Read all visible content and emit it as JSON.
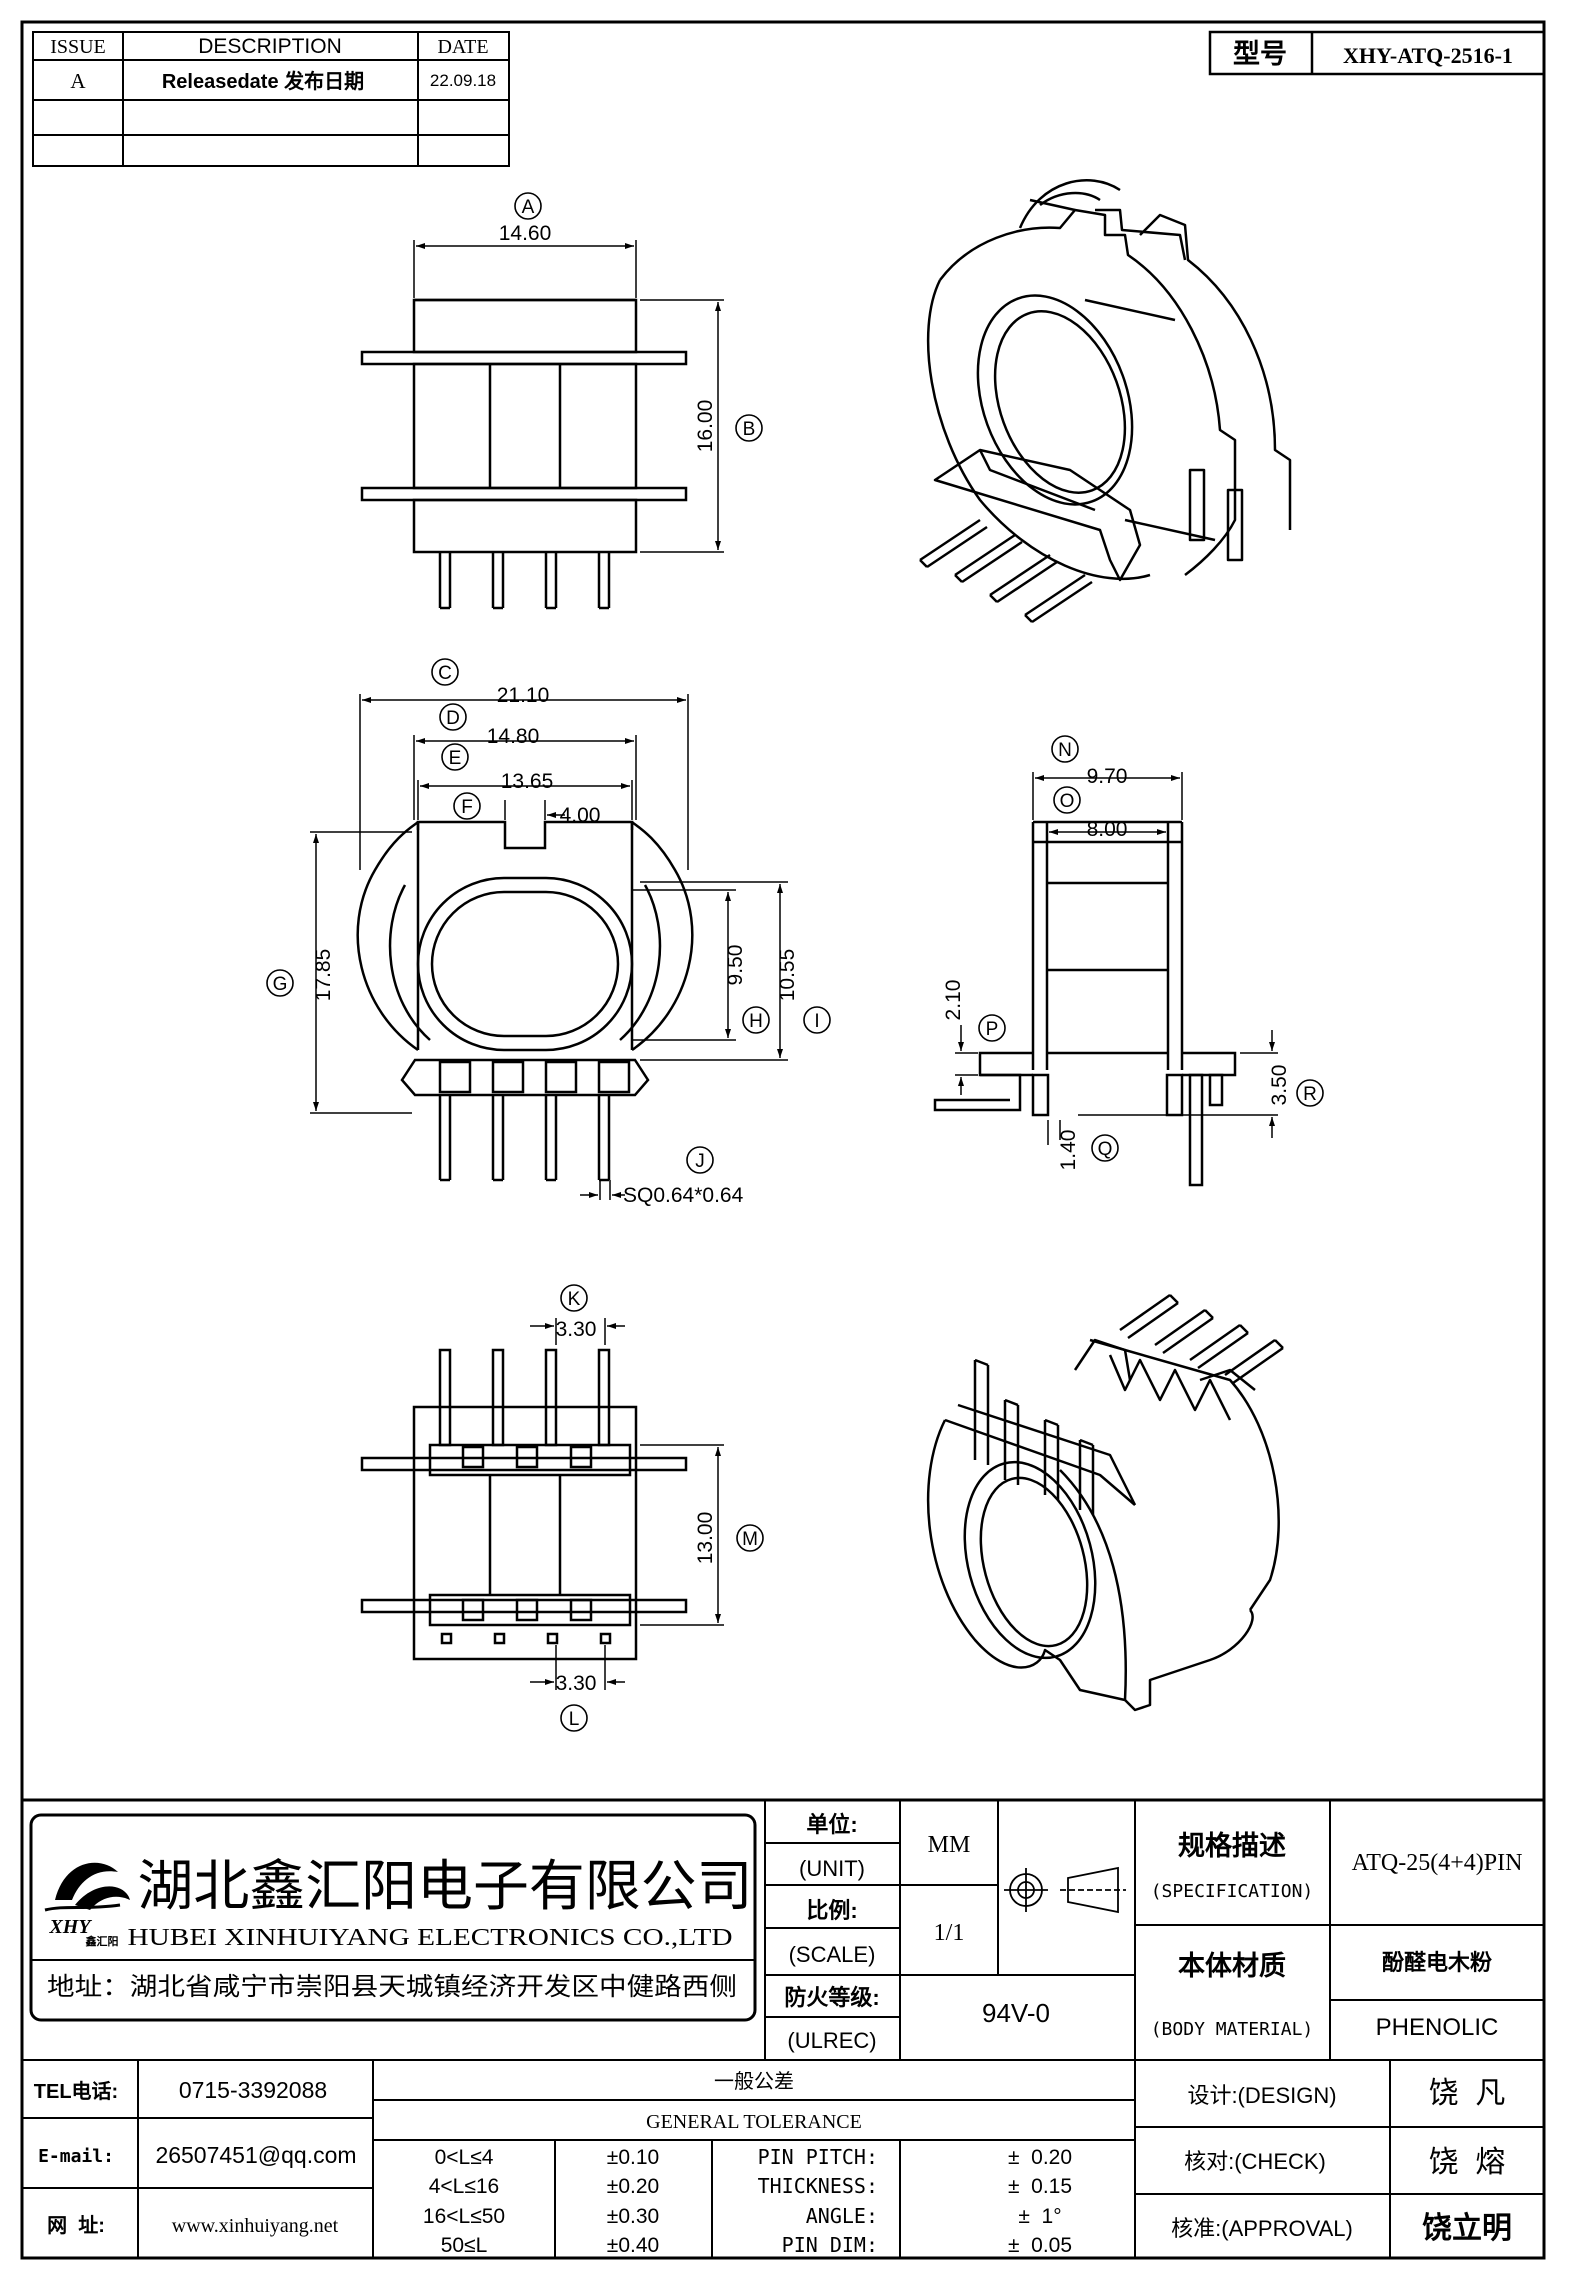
{
  "revision_table": {
    "headers": {
      "issue": "ISSUE",
      "description": "DESCRIPTION",
      "date": "DATE"
    },
    "rows": [
      {
        "issue": "A",
        "description": "Releasedate 发布日期",
        "date": "22.09.18"
      }
    ]
  },
  "model": {
    "label": "型号",
    "value": "XHY-ATQ-2516-1"
  },
  "dimensions": {
    "A": {
      "letter": "A",
      "value": "14.60"
    },
    "B": {
      "letter": "B",
      "value": "16.00"
    },
    "C": {
      "letter": "C",
      "value": "21.10"
    },
    "D": {
      "letter": "D",
      "value": "14.80"
    },
    "E": {
      "letter": "E",
      "value": "13.65"
    },
    "F": {
      "letter": "F",
      "value": "4.00"
    },
    "G": {
      "letter": "G",
      "value": "17.85"
    },
    "H": {
      "letter": "H",
      "value": "9.50"
    },
    "I": {
      "letter": "I",
      "value": "10.55"
    },
    "J": {
      "letter": "J",
      "value": "SQ0.64*0.64"
    },
    "K": {
      "letter": "K",
      "value": "3.30"
    },
    "L": {
      "letter": "L",
      "value": "3.30"
    },
    "M": {
      "letter": "M",
      "value": "13.00"
    },
    "N": {
      "letter": "N",
      "value": "9.70"
    },
    "O": {
      "letter": "O",
      "value": "8.00"
    },
    "P": {
      "letter": "P",
      "value": "2.10"
    },
    "Q": {
      "letter": "Q",
      "value": "1.40"
    },
    "R": {
      "letter": "R",
      "value": "3.50"
    }
  },
  "company": {
    "name_cn": "湖北鑫汇阳电子有限公司",
    "name_en": "HUBEI XINHUIYANG ELECTRONICS CO.,LTD",
    "logo_text": "XHY",
    "logo_sub": "鑫汇阳",
    "address": "地址：湖北省咸宁市崇阳县天城镇经济开发区中健路西侧"
  },
  "info": {
    "unit_cn": "单位:",
    "unit_en": "(UNIT)",
    "unit_value": "MM",
    "scale_cn": "比例:",
    "scale_en": "(SCALE)",
    "scale_value": "1/1",
    "fire_cn": "防火等级:",
    "fire_en": "(ULREC)",
    "fire_value": "94V-0",
    "spec_cn": "规格描述",
    "spec_en": "(SPECIFICATION)",
    "spec_value": "ATQ-25(4+4)PIN",
    "material_cn": "本体材质",
    "material_en": "(BODY MATERIAL)",
    "material_value_cn": "酚醛电木粉",
    "material_value_en": "PHENOLIC"
  },
  "contact": {
    "tel_label": "TEL电话:",
    "tel_value": "0715-3392088",
    "email_label": "E-mail:",
    "email_value": "26507451@qq.com",
    "web_label": "网  址:",
    "web_value": "www.xinhuiyang.net"
  },
  "tolerance": {
    "title_cn": "一般公差",
    "title_en": "GENERAL TOLERANCE",
    "ranges": [
      {
        "range": "0<L≤4",
        "tol": "±0.10"
      },
      {
        "range": "4<L≤16",
        "tol": "±0.20"
      },
      {
        "range": "16<L≤50",
        "tol": "±0.30"
      },
      {
        "range": "50≤L",
        "tol": "±0.40"
      }
    ],
    "specs": [
      {
        "name": "PIN PITCH:",
        "tol": "±  0.20"
      },
      {
        "name": "THICKNESS:",
        "tol": "±  0.15"
      },
      {
        "name": "ANGLE:",
        "tol": "±  1°"
      },
      {
        "name": "PIN DIM:",
        "tol": "±  0.05"
      }
    ]
  },
  "signoff": {
    "design_label": "设计:(DESIGN)",
    "design_name": "饶  凡",
    "check_label": "核对:(CHECK)",
    "check_name": "饶  熔",
    "approval_label": "核准:(APPROVAL)",
    "approval_name": "饶立明"
  }
}
